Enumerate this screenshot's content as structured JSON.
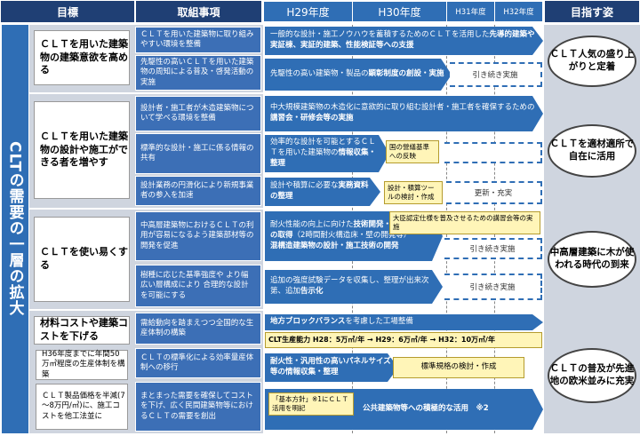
{
  "headers": {
    "goal": "目標",
    "tasks": "取組事項",
    "h29": "H29年度",
    "h30": "H30年度",
    "h31": "H31年度",
    "h32": "H32年度",
    "target": "目指す姿"
  },
  "left_bar": "CLTの需要の一層の拡大",
  "goals": [
    "ＣＬＴを用いた建築物の建築意欲を高める",
    "ＣＬＴを用いた建築物の設計や施工ができる者を増やす",
    "ＣＬＴを使い易くする",
    "材料コストや建築コストを下げる"
  ],
  "goal4_notes": [
    "H36年度までに年間50万㎥程度の生産体制を構築",
    "ＣＬＴ製品価格を半減(7～8万円/㎥)に、施工コストを他工法並に"
  ],
  "tasks": [
    "ＣＬＴを用いた建築物に取り組みやすい環境を整備",
    "先駆性の高いＣＬＴを用いた建築物の周知による普及・啓発活動の実施",
    "設計者・施工者が木造建築物について学べる環境を整備",
    "標準的な設計・施工に係る情報の共有",
    "設計業務の円滑化により新規事業者の参入を加速",
    "中高層建築物におけるＣＬＴの利用が容易になるよう建築部材等の開発を促進",
    "樹種に応じた基準強度や より幅広い層構成により 合理的な設計を可能にする",
    "需給動向を踏まえつつ全国的な生産体制の構築",
    "ＣＬＴの標準化による効率量産体制への移行",
    "まとまった需要を確保してコストを下げ、広く民間建築物等におけるＣＬＴの需要を創出"
  ],
  "arrows": {
    "a1_plain": "一般的な設計・施工ノウハウを蓄積するためのＣＬＴを活用した",
    "a1_bold": "先導的建築や実証棟、実証的建築、性能検証等への支援",
    "a2_plain": "先駆性の高い建築物・製品の",
    "a2_bold": "顕彰制度の創設・実施",
    "a3_plain": "中大規模建築物の木造化に意欲的に取り組む設計者・施工者を確保するための",
    "a3_bold": "講習会・研修会等の実施",
    "a4_plain": "効率的な設計を可能とするＣＬＴを用いた建築物の",
    "a4_bold": "情報収集・整理",
    "a5_plain": "設計や積算に必要な",
    "a5_bold": "実務資料の整理",
    "a6_plain": "耐火性能の向上に向けた",
    "a6_bold": "技術開発・国交大臣認定の取得",
    "a6_mid": "（2時間耐火構造床・壁の開発等）",
    "a6_bold2": "混構造建築物の設計・施工技術の開発",
    "a7_plain": "追加の強度試験データを収集し、整理が出来次第、追加",
    "a7_bold": "告示化",
    "a8_plain": "地方ブロックバランス",
    "a8_rest": "を考慮した工場整備",
    "a9": "CLT生産能力 H28：5万㎥/年 → H29：6万㎥/年 → H32：10万㎥/年",
    "a10_bold": "耐火性・汎用性の高いパネルサイズ等の情報収集・整理",
    "a11": "公共建築物等への積極的な活用　※2"
  },
  "yellow_boxes": {
    "y1": "国の營繕基準への反映",
    "y2": "設計・積算ツールの検討・作成",
    "y3": "大臣認定仕様を普及させるための講習会等の実施",
    "y4": "標準規格の検討・作成",
    "y5": "「基本方針」※1にＣＬＴ活用を明記"
  },
  "continue": {
    "c1": "引き続き実施",
    "c2": "更新・充実",
    "c3": "引き続き実施",
    "c4": "引き続き実施"
  },
  "targets": [
    "ＣＬＴ人気の盛り上がりと定着",
    "ＣＬＴを適材適所で自在に活用",
    "中高層建築に木が使われる時代の到来",
    "ＣＬＴの普及が先進地の欧米並みに充実"
  ],
  "colors": {
    "navy": "#1f3f74",
    "blue": "#2f6eb5",
    "arrow": "#2f6eb5",
    "yellow": "#fff5b8",
    "gray": "#cfd5df"
  }
}
